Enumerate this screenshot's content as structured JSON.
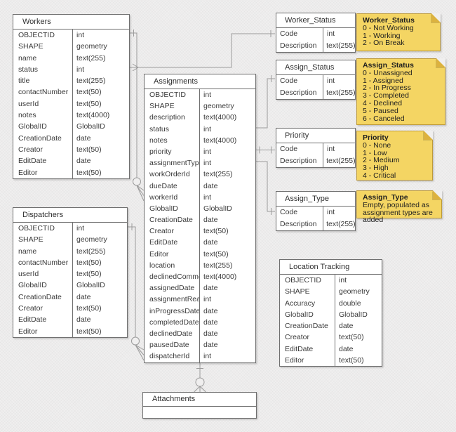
{
  "diagram": {
    "entities": [
      {
        "id": "workers",
        "title": "Workers",
        "rows": [
          {
            "name": "OBJECTID",
            "type": "int"
          },
          {
            "name": "SHAPE",
            "type": "geometry"
          },
          {
            "name": "name",
            "type": "text(255)"
          },
          {
            "name": "status",
            "type": "int"
          },
          {
            "name": "title",
            "type": "text(255)"
          },
          {
            "name": "contactNumber",
            "type": "text(50)"
          },
          {
            "name": "userId",
            "type": "text(50)"
          },
          {
            "name": "notes",
            "type": "text(4000)"
          },
          {
            "name": "GlobalID",
            "type": "GlobalID"
          },
          {
            "name": "CreationDate",
            "type": "date"
          },
          {
            "name": "Creator",
            "type": "text(50)"
          },
          {
            "name": "EditDate",
            "type": "date"
          },
          {
            "name": "Editor",
            "type": "text(50)"
          }
        ]
      },
      {
        "id": "dispatchers",
        "title": "Dispatchers",
        "rows": [
          {
            "name": "OBJECTID",
            "type": "int"
          },
          {
            "name": "SHAPE",
            "type": "geometry"
          },
          {
            "name": "name",
            "type": "text(255)"
          },
          {
            "name": "contactNumber",
            "type": "text(50)"
          },
          {
            "name": "userId",
            "type": "text(50)"
          },
          {
            "name": "GlobalID",
            "type": "GlobalID"
          },
          {
            "name": "CreationDate",
            "type": "date"
          },
          {
            "name": "Creator",
            "type": "text(50)"
          },
          {
            "name": "EditDate",
            "type": "date"
          },
          {
            "name": "Editor",
            "type": "text(50)"
          }
        ]
      },
      {
        "id": "assignments",
        "title": "Assignments",
        "rows": [
          {
            "name": "OBJECTID",
            "type": "int"
          },
          {
            "name": "SHAPE",
            "type": "geometry"
          },
          {
            "name": "description",
            "type": "text(4000)"
          },
          {
            "name": "status",
            "type": "int"
          },
          {
            "name": "notes",
            "type": "text(4000)"
          },
          {
            "name": "priority",
            "type": "int"
          },
          {
            "name": "assignmentType",
            "type": "int"
          },
          {
            "name": "workOrderId",
            "type": "text(255)"
          },
          {
            "name": "dueDate",
            "type": "date"
          },
          {
            "name": "workerId",
            "type": "int"
          },
          {
            "name": "GlobalID",
            "type": "GlobalID"
          },
          {
            "name": "CreationDate",
            "type": "date"
          },
          {
            "name": "Creator",
            "type": "text(50)"
          },
          {
            "name": "EditDate",
            "type": "date"
          },
          {
            "name": "Editor",
            "type": "text(50)"
          },
          {
            "name": "location",
            "type": "text(255)"
          },
          {
            "name": "declinedComment",
            "type": "text(4000)"
          },
          {
            "name": "assignedDate",
            "type": "date"
          },
          {
            "name": "assignmentRead",
            "type": "int"
          },
          {
            "name": "inProgressDate",
            "type": "date"
          },
          {
            "name": "completedDate",
            "type": "date"
          },
          {
            "name": "declinedDate",
            "type": "date"
          },
          {
            "name": "pausedDate",
            "type": "date"
          },
          {
            "name": "dispatcherId",
            "type": "int"
          }
        ]
      },
      {
        "id": "worker-status",
        "title": "Worker_Status",
        "rows": [
          {
            "name": "Code",
            "type": "int"
          },
          {
            "name": "Description",
            "type": "text(255)"
          }
        ]
      },
      {
        "id": "assign-status",
        "title": "Assign_Status",
        "rows": [
          {
            "name": "Code",
            "type": "int"
          },
          {
            "name": "Description",
            "type": "text(255)"
          }
        ]
      },
      {
        "id": "priority",
        "title": "Priority",
        "rows": [
          {
            "name": "Code",
            "type": "int"
          },
          {
            "name": "Description",
            "type": "text(255)"
          }
        ]
      },
      {
        "id": "assign-type",
        "title": "Assign_Type",
        "rows": [
          {
            "name": "Code",
            "type": "int"
          },
          {
            "name": "Description",
            "type": "text(255)"
          }
        ]
      },
      {
        "id": "location-tracking",
        "title": "Location Tracking",
        "rows": [
          {
            "name": "OBJECTID",
            "type": "int"
          },
          {
            "name": "SHAPE",
            "type": "geometry"
          },
          {
            "name": "Accuracy",
            "type": "double"
          },
          {
            "name": "GlobalID",
            "type": "GlobalID"
          },
          {
            "name": "CreationDate",
            "type": "date"
          },
          {
            "name": "Creator",
            "type": "text(50)"
          },
          {
            "name": "EditDate",
            "type": "date"
          },
          {
            "name": "Editor",
            "type": "text(50)"
          }
        ]
      },
      {
        "id": "attachments",
        "title": "Attachments",
        "rows": []
      }
    ],
    "notes": [
      {
        "id": "note-worker-status",
        "title": "Worker_Status",
        "lines": [
          "0 - Not Working",
          "1 - Working",
          "2 - On Break"
        ]
      },
      {
        "id": "note-assign-status",
        "title": "Assign_Status",
        "lines": [
          "0 - Unassigned",
          "1 - Assigned",
          "2 - In Progress",
          "3 - Completed",
          "4 - Declined",
          "5 - Paused",
          "6 - Canceled"
        ]
      },
      {
        "id": "note-priority",
        "title": "Priority",
        "lines": [
          "0 - None",
          "1 - Low",
          "2 - Medium",
          "3 - High",
          "4 - Critical"
        ]
      },
      {
        "id": "note-assign-type",
        "title": "Assign_Type",
        "lines": [
          "Empty, populated as",
          "assignment types are added"
        ]
      }
    ],
    "colors": {
      "bg": "#f0efef",
      "box_border": "#6f6f6f",
      "text": "#3a3a3a",
      "line": "#9b9b9b",
      "note_fill": "#f4d563",
      "note_border": "#bd9a39",
      "note_fold": "#dcb23f",
      "note_text": "#1f1f1f"
    }
  }
}
